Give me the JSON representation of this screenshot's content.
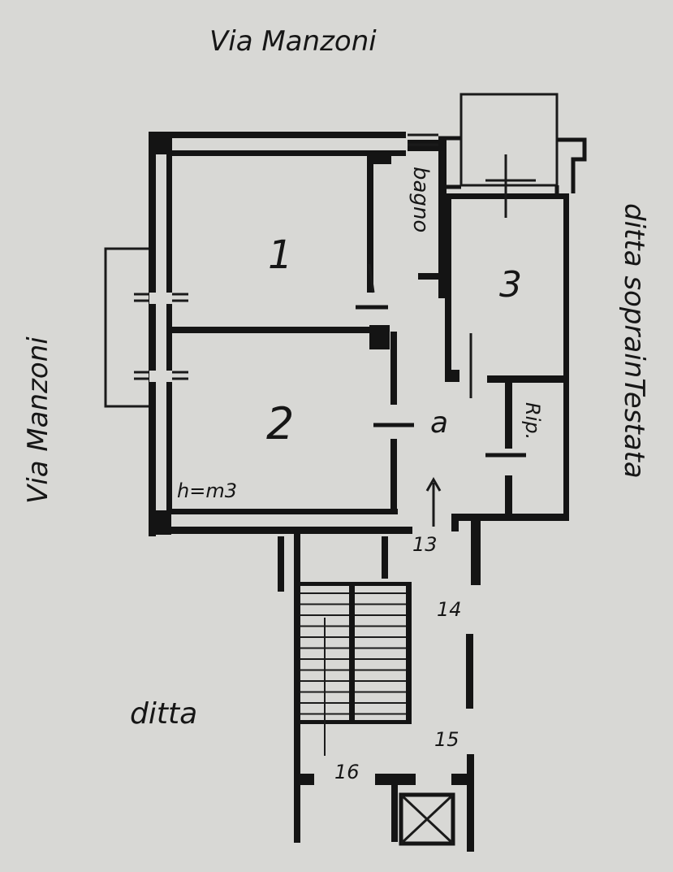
{
  "labels": {
    "street_top": "Via Manzoni",
    "street_left": "Via Manzoni",
    "neighbor_right": "ditta soprainTestata",
    "neighbor_bottom": "ditta",
    "room_1": "1",
    "room_2": "2",
    "room_3": "3",
    "bagno": "bagno",
    "ripostiglio": "Rip.",
    "ingresso": "a",
    "height": "h=m3",
    "step_13": "13",
    "step_14": "14",
    "step_15": "15",
    "step_16": "16"
  },
  "colors": {
    "paper": "#d8d8d5",
    "ink": "#141414"
  }
}
